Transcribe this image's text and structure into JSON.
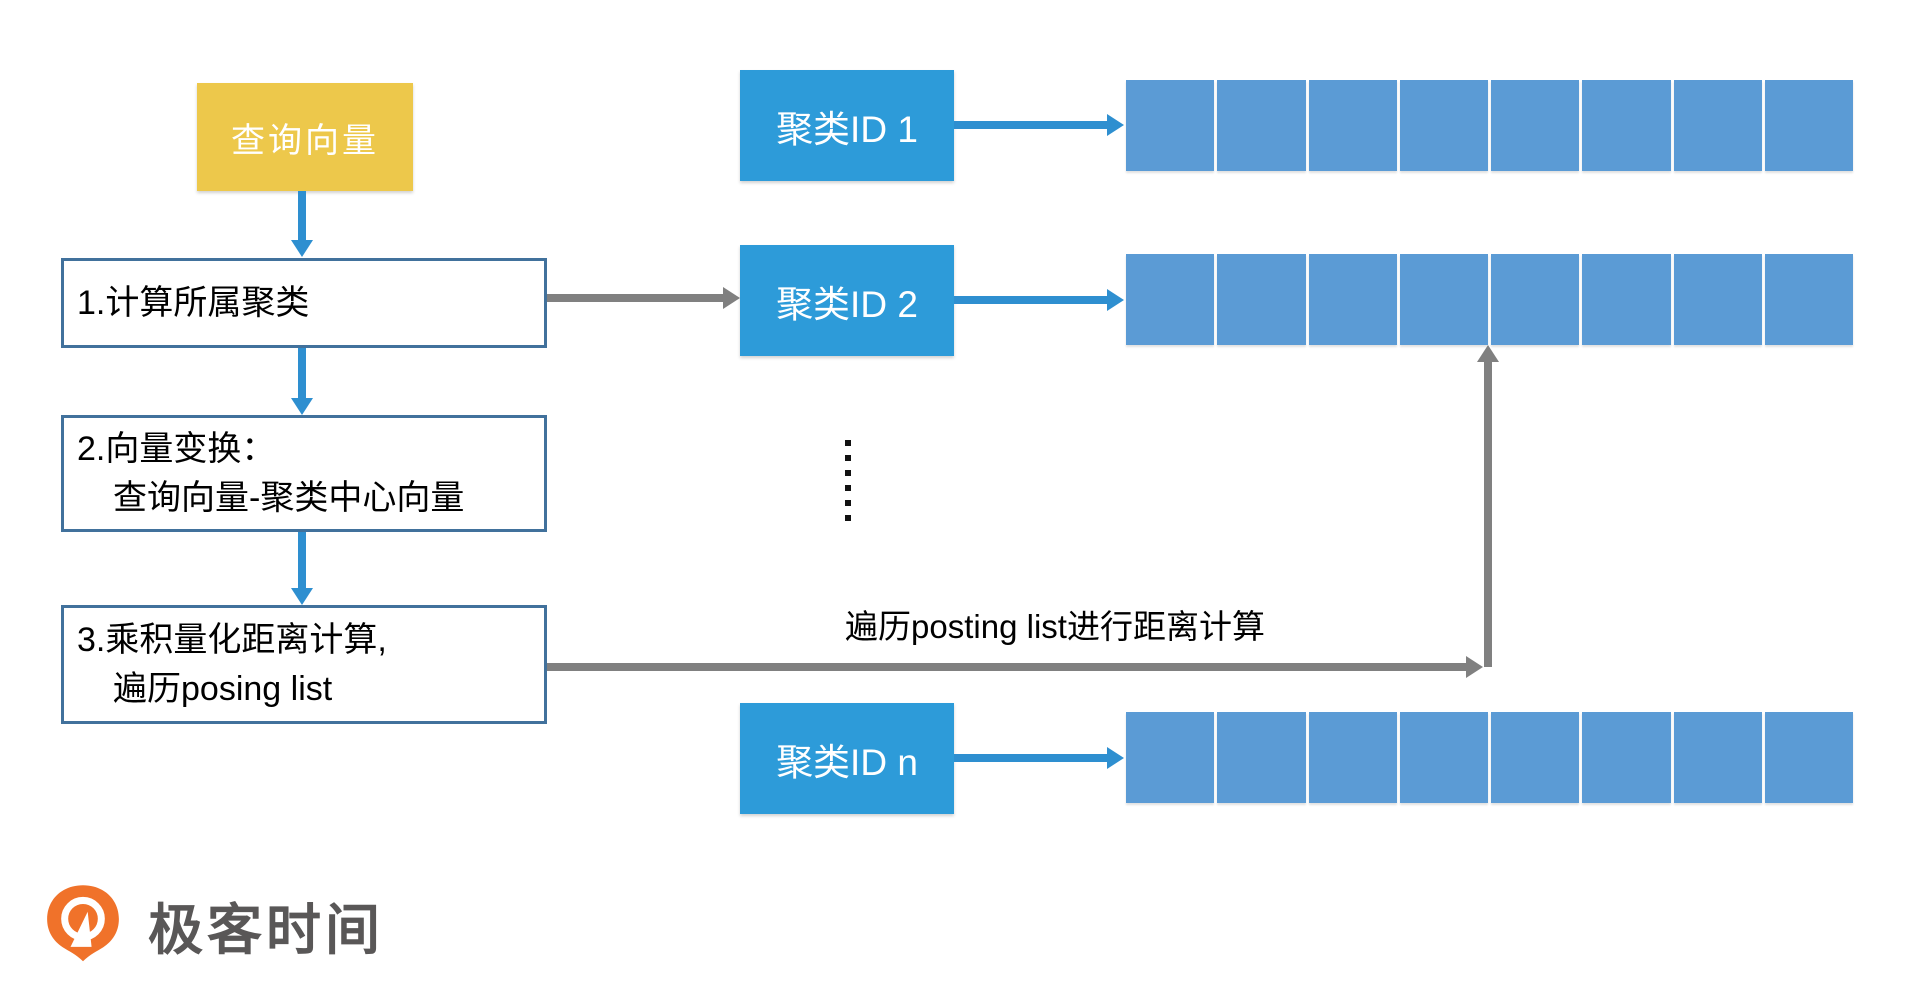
{
  "flow": {
    "query_label": "查询向量",
    "steps": [
      {
        "line1": "1.计算所属聚类",
        "line2": ""
      },
      {
        "line1": "2.向量变换：",
        "line2": "查询向量-聚类中心向量"
      },
      {
        "line1": "3.乘积量化距离计算,",
        "line2": "遍历posing list"
      }
    ]
  },
  "clusters": [
    {
      "label": "聚类ID 1",
      "cells": 8
    },
    {
      "label": "聚类ID 2",
      "cells": 8
    },
    {
      "label": "聚类ID n",
      "cells": 8
    }
  ],
  "ellipsis": {
    "dots": 6
  },
  "annotation": {
    "text": "遍历posting list进行距离计算"
  },
  "logo": {
    "text": "极客时间"
  },
  "colors": {
    "query_box": "#EDC84B",
    "cluster_box": "#2D9BD9",
    "cell": "#5B9BD5",
    "blue_arrow": "#2E8FD0",
    "gray_arrow": "#808080",
    "step_border": "#41719C",
    "logo_orange": "#F0722A",
    "logo_text": "#595757"
  }
}
